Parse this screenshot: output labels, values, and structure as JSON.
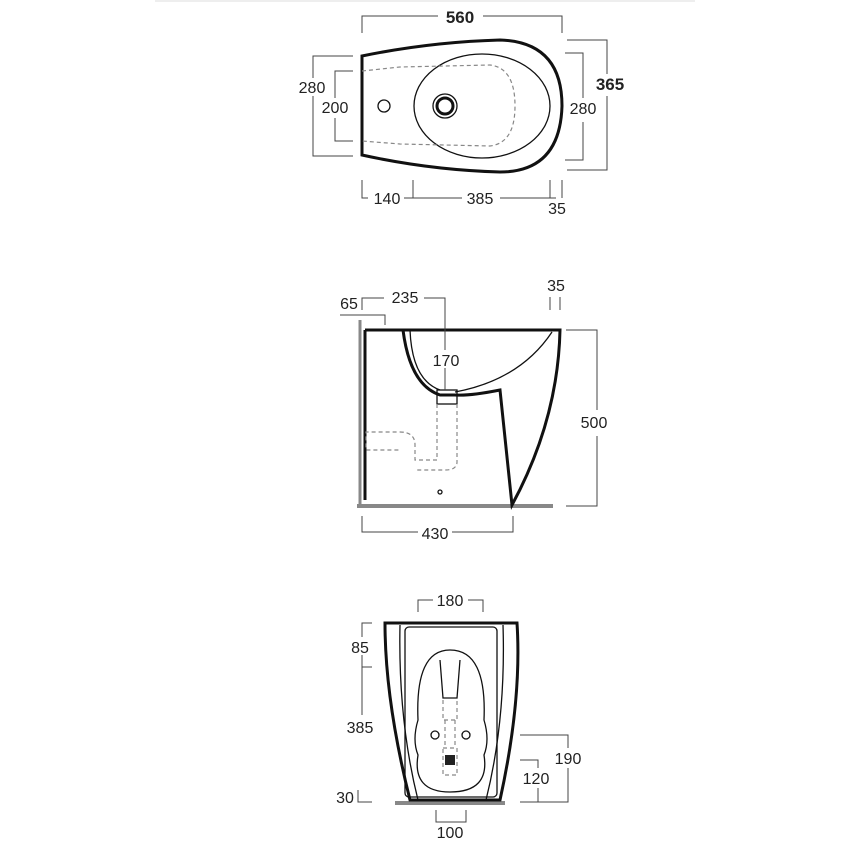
{
  "top_view": {
    "overall_length": "560",
    "overall_width": "365",
    "bowl_width": "280",
    "rear_width": "280",
    "rear_inner_width": "200",
    "rear_to_hole": "140",
    "hole_to_front": "385",
    "front_offset": "35"
  },
  "side_view": {
    "rear_offset": "65",
    "rear_to_drain": "235",
    "drain_depth": "170",
    "rim_offset": "35",
    "height": "500",
    "floor_depth": "430"
  },
  "rear_view": {
    "drain_width": "180",
    "top_offset": "85",
    "height_to_inlet": "385",
    "floor_offset": "30",
    "outlet_height_high": "190",
    "outlet_height_low": "120",
    "base_width": "100"
  }
}
